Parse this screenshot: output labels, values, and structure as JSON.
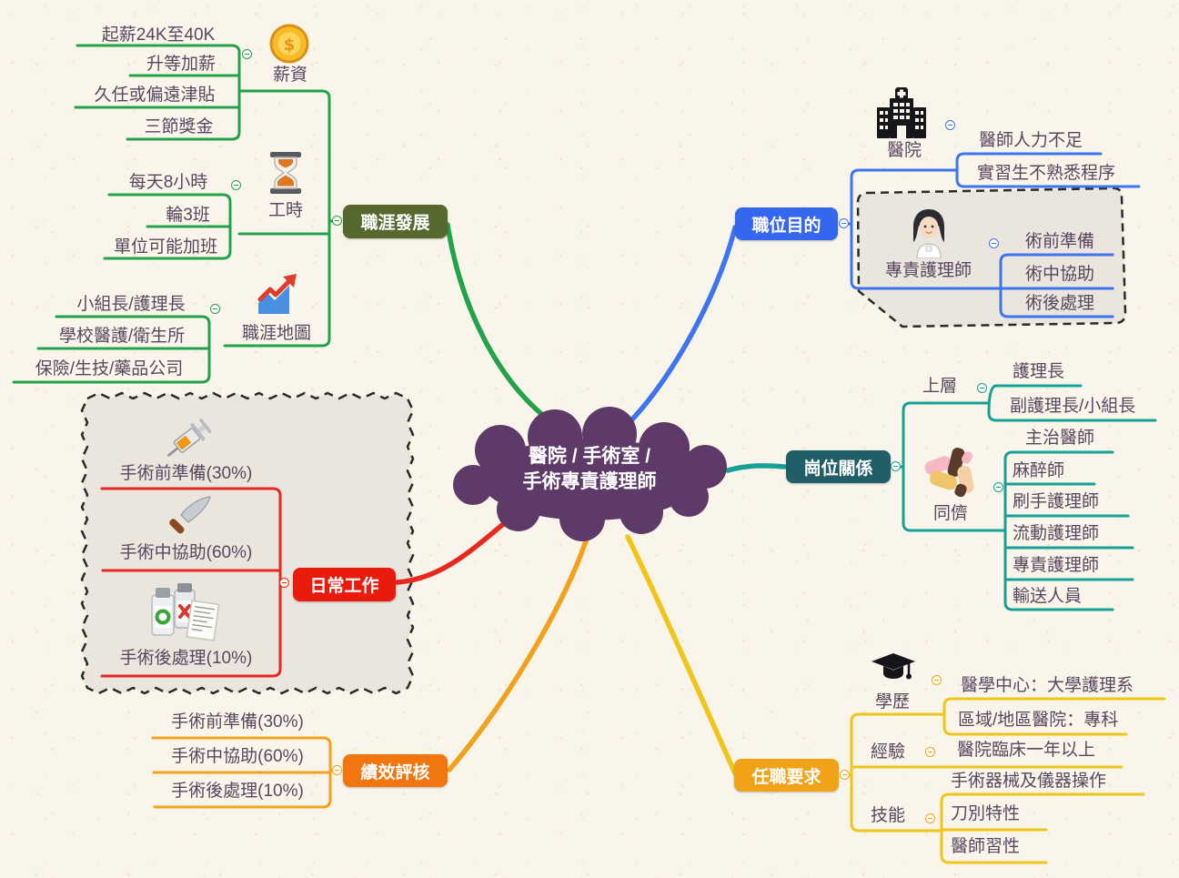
{
  "center": {
    "title_line1": "醫院 / 手術室 /",
    "title_line2": "手術專責護理師"
  },
  "colors": {
    "career_line": "#22a24b",
    "career_box": "#57682f",
    "purpose_line": "#3f74f0",
    "purpose_box": "#3566ee",
    "relations_line": "#17a095",
    "relations_box": "#215e68",
    "requirements_line": "#f0c51a",
    "requirements_box": "#f0a317",
    "evaluation_line": "#f2a11c",
    "evaluation_box": "#f2760f",
    "daily_line": "#e8281e",
    "daily_box": "#ea1a0d",
    "cloud": "#5e3a68",
    "text": "#5b4660"
  },
  "branches": {
    "career": {
      "label": "職涯發展",
      "topics": {
        "salary": {
          "label": "薪資",
          "icon": "coin-icon",
          "children": [
            "起薪24K至40K",
            "升等加薪",
            "久任或偏遠津貼",
            "三節獎金"
          ]
        },
        "hours": {
          "label": "工時",
          "icon": "hourglass-icon",
          "children": [
            "每天8小時",
            "輪3班",
            "單位可能加班"
          ]
        },
        "map": {
          "label": "職涯地圖",
          "icon": "chart-icon",
          "children": [
            "小組長/護理長",
            "學校醫護/衛生所",
            "保險/生技/藥品公司"
          ]
        }
      }
    },
    "purpose": {
      "label": "職位目的",
      "topics": {
        "hospital": {
          "label": "醫院",
          "icon": "hospital-icon",
          "children": [
            "醫師人力不足",
            "實習生不熟悉程序"
          ]
        },
        "nurse": {
          "label": "專責護理師",
          "icon": "nurse-icon",
          "children": [
            "術前準備",
            "術中協助",
            "術後處理"
          ]
        }
      }
    },
    "relations": {
      "label": "崗位關係",
      "topics": {
        "upper": {
          "label": "上層",
          "children": [
            "護理長",
            "副護理長/小組長"
          ]
        },
        "peers": {
          "label": "同儕",
          "icon": "hands-icon",
          "children": [
            "主治醫師",
            "麻醉師",
            "刷手護理師",
            "流動護理師",
            "專責護理師",
            "輸送人員"
          ]
        }
      }
    },
    "requirements": {
      "label": "任職要求",
      "topics": {
        "education": {
          "label": "學歷",
          "icon": "graduation-cap-icon",
          "children": [
            "醫學中心：大學護理系",
            "區域/地區醫院：專科"
          ]
        },
        "experience": {
          "label": "經驗",
          "children": [
            "醫院臨床一年以上"
          ]
        },
        "skills": {
          "label": "技能",
          "children": [
            "手術器械及儀器操作",
            "刀別特性",
            "醫師習性"
          ]
        }
      }
    },
    "evaluation": {
      "label": "績效評核",
      "children": [
        "手術前準備(30%)",
        "手術中協助(60%)",
        "手術後處理(10%)"
      ]
    },
    "daily": {
      "label": "日常工作",
      "icons": [
        "syringe-icon",
        "knife-icon",
        "medicine-icon"
      ],
      "children": [
        "手術前準備(30%)",
        "手術中協助(60%)",
        "手術後處理(10%)"
      ]
    }
  }
}
